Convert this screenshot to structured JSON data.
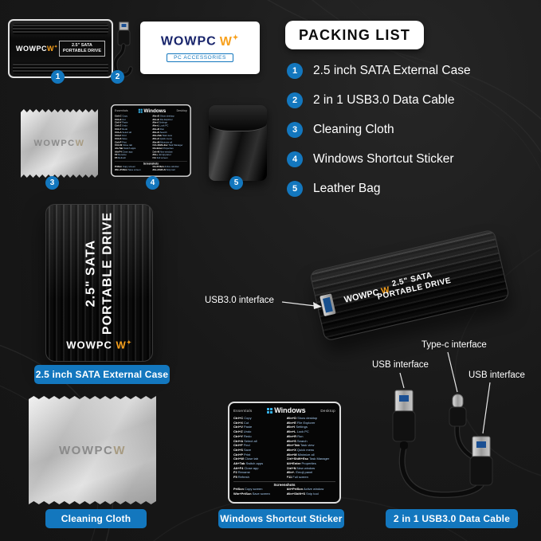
{
  "colors": {
    "bg": "#1a1a1a",
    "accent_blue": "#1377be",
    "white": "#ffffff",
    "brand_navy": "#18246b",
    "brand_orange": "#f7a01d"
  },
  "header": {
    "packing_list_title": "PACKING LIST"
  },
  "packing_list": [
    {
      "num": "1",
      "label": "2.5 inch SATA External Case"
    },
    {
      "num": "2",
      "label": "2 in 1 USB3.0 Data Cable"
    },
    {
      "num": "3",
      "label": "Cleaning Cloth"
    },
    {
      "num": "4",
      "label": "Windows Shortcut Sticker"
    },
    {
      "num": "5",
      "label": "Leather Bag"
    }
  ],
  "badges": [
    "1",
    "2",
    "3",
    "4",
    "5"
  ],
  "brand": {
    "name": "WOWPC",
    "logo_mark": "W",
    "logo_star": "✦",
    "card_sub": "PC ACCESSORIES"
  },
  "drive": {
    "line1": "2.5\" SATA",
    "line2": "PORTABLE DRIVE"
  },
  "captions": {
    "case": "2.5 inch SATA External Case",
    "cloth": "Cleaning Cloth",
    "sticker": "Windows Shortcut Sticker",
    "cable": "2 in 1 USB3.0 Data Cable"
  },
  "annotations": {
    "usb3": "USB3.0 interface",
    "typec": "Type-c interface",
    "usb_left": "USB interface",
    "usb_right": "USB interface"
  },
  "sticker": {
    "title": "Windows",
    "col_left_header": "Essentials",
    "col_right_header": "Desktop",
    "screenshots_header": "Screenshots",
    "essentials": [
      {
        "k": "Ctrl+C",
        "d": "Copy"
      },
      {
        "k": "Ctrl+X",
        "d": "Cut"
      },
      {
        "k": "Ctrl+V",
        "d": "Paste"
      },
      {
        "k": "Ctrl+Z",
        "d": "Undo"
      },
      {
        "k": "Ctrl+Y",
        "d": "Redo"
      },
      {
        "k": "Ctrl+A",
        "d": "Select all"
      },
      {
        "k": "Ctrl+F",
        "d": "Find"
      },
      {
        "k": "Ctrl+S",
        "d": "Save"
      },
      {
        "k": "Ctrl+P",
        "d": "Print"
      },
      {
        "k": "Ctrl+W",
        "d": "Close tab"
      },
      {
        "k": "Alt+Tab",
        "d": "Switch apps"
      },
      {
        "k": "Alt+F4",
        "d": "Close app"
      },
      {
        "k": "F2",
        "d": "Rename"
      },
      {
        "k": "F5",
        "d": "Refresh"
      }
    ],
    "desktop": [
      {
        "k": "Win+D",
        "d": "Show desktop"
      },
      {
        "k": "Win+E",
        "d": "File Explorer"
      },
      {
        "k": "Win+I",
        "d": "Settings"
      },
      {
        "k": "Win+L",
        "d": "Lock PC"
      },
      {
        "k": "Win+R",
        "d": "Run"
      },
      {
        "k": "Win+S",
        "d": "Search"
      },
      {
        "k": "Win+Tab",
        "d": "Task view"
      },
      {
        "k": "Win+X",
        "d": "Quick menu"
      },
      {
        "k": "Win+M",
        "d": "Minimize all"
      },
      {
        "k": "Ctrl+Shift+Esc",
        "d": "Task Manager"
      },
      {
        "k": "Alt+Enter",
        "d": "Properties"
      },
      {
        "k": "Ctrl+N",
        "d": "New window"
      },
      {
        "k": "Win+.",
        "d": "Emoji panel"
      },
      {
        "k": "F11",
        "d": "Full screen"
      }
    ],
    "screenshots": [
      {
        "k": "PrtScn",
        "d": "Copy screen"
      },
      {
        "k": "Alt+PrtScn",
        "d": "Active window"
      },
      {
        "k": "Win+PrtScn",
        "d": "Save screen"
      },
      {
        "k": "Win+Shift+S",
        "d": "Snip tool"
      }
    ]
  }
}
